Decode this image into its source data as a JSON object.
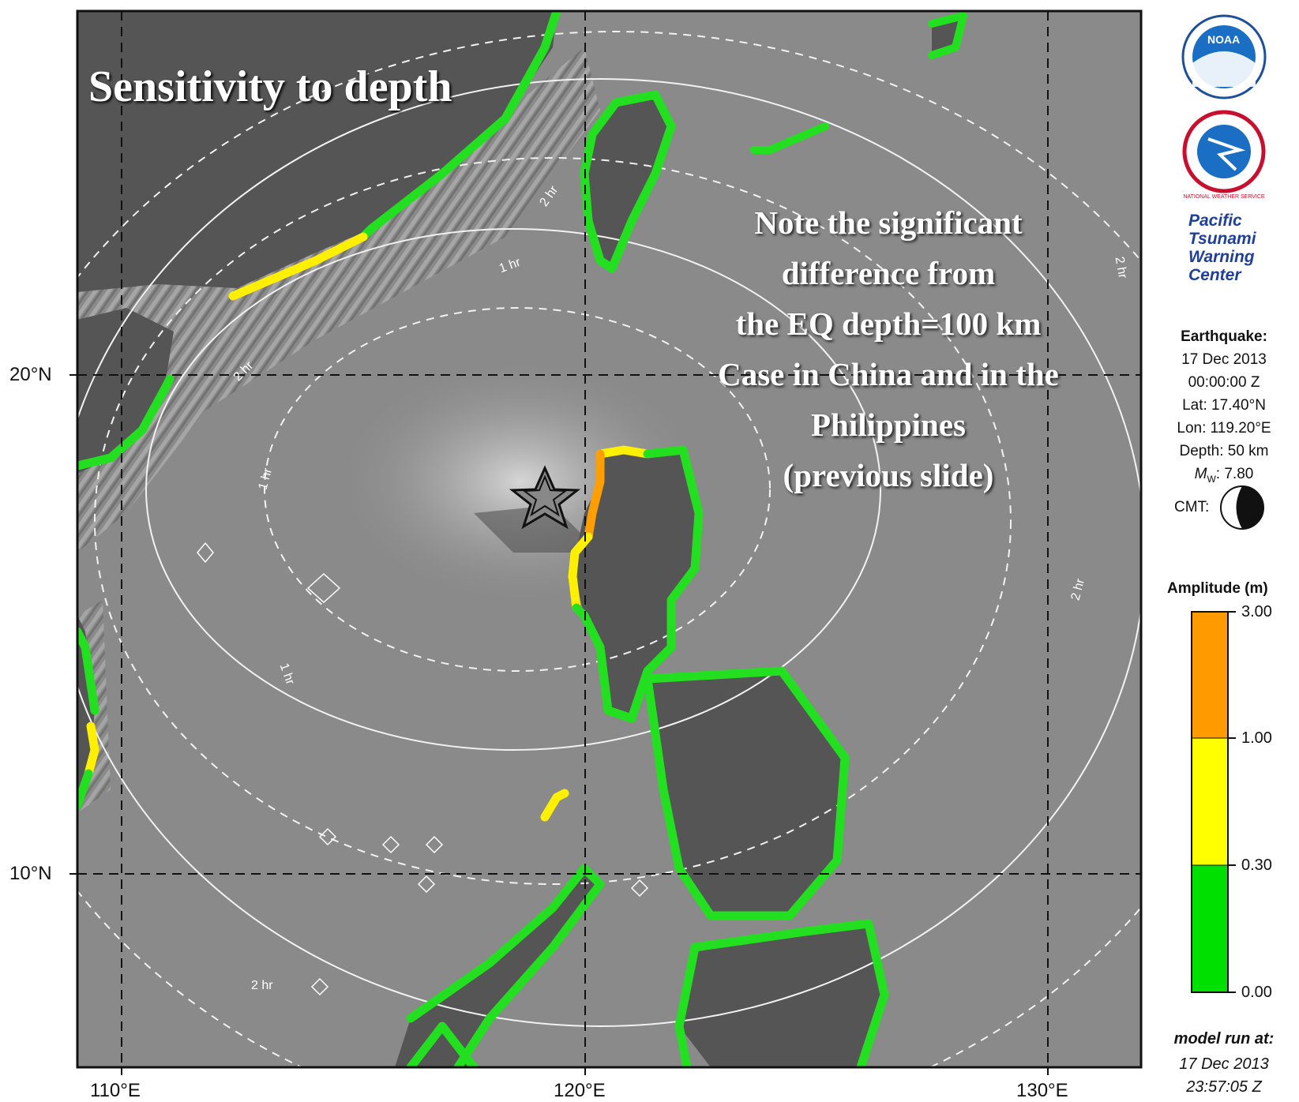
{
  "title": "Sensitivity to depth",
  "note": [
    "Note the significant",
    "difference from",
    "the EQ depth=100 km",
    "Case in China and in the",
    "Philippines",
    "(previous slide)"
  ],
  "axes": {
    "x_ticks": [
      "110°E",
      "120°E",
      "130°E"
    ],
    "y_ticks": [
      "20°N",
      "10°N"
    ]
  },
  "contour_labels": [
    "1 hr",
    "2 hr"
  ],
  "logos": {
    "noaa_text": "NOAA",
    "nws_text": "NATIONAL WEATHER SERVICE",
    "ptwc": [
      "Pacific",
      "Tsunami",
      "Warning",
      "Center"
    ]
  },
  "earthquake": {
    "header": "Earthquake:",
    "date": "17 Dec 2013",
    "time": "00:00:00 Z",
    "lat": "Lat: 17.40°N",
    "lon": "Lon: 119.20°E",
    "depth": "Depth: 50 km",
    "mw_label": "M",
    "mw_sub": "W",
    "mw_value": ": 7.80",
    "cmt_label": "CMT:"
  },
  "colorbar": {
    "title": "Amplitude (m)",
    "ticks": [
      "3.00",
      "1.00",
      "0.30",
      "0.00"
    ],
    "colors": {
      "high": "#ff9a00",
      "mid": "#ffff00",
      "low": "#00e000"
    }
  },
  "model_run": {
    "label": "model run at:",
    "date": "17 Dec 2013",
    "time": "23:57:05 Z"
  },
  "colors": {
    "land": "#555555",
    "ocean": "#8a8a8a",
    "coast_green": "#22e01f",
    "coast_yellow": "#ffef00",
    "coast_orange": "#ff9e00"
  }
}
